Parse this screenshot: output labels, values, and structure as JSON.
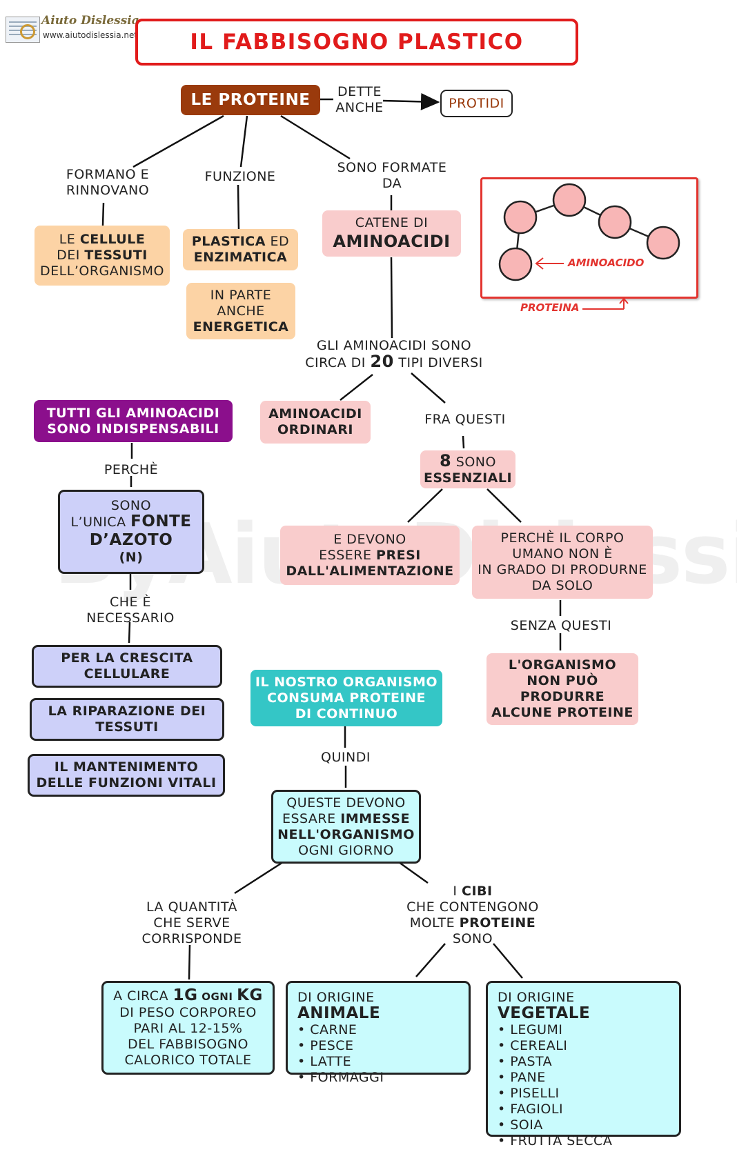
{
  "logo": {
    "name": "Aiuto Dislessia",
    "url": "www.aiutodislessia.net"
  },
  "title": "IL FABBISOGNO PLASTICO",
  "watermark": "ByAiutoDislessia.net",
  "nodes": {
    "proteine": "LE PROTEINE",
    "dette_anche": [
      "DETTE",
      "ANCHE"
    ],
    "protidi": "PROTIDI",
    "formano_label": [
      "FORMANO E",
      "RINNOVANO"
    ],
    "funzione_label": "FUNZIONE",
    "sono_formate_label": [
      "SONO FORMATE",
      "DA"
    ],
    "cellule": [
      "LE ",
      "CELLULE",
      "DEI ",
      "TESSUTI",
      "DELL’ORGANISMO"
    ],
    "plastica": [
      "PLASTICA",
      " ED",
      "ENZIMATICA"
    ],
    "in_parte": [
      "IN PARTE",
      "ANCHE",
      "ENERGETICA"
    ],
    "catene": [
      "CATENE DI",
      "AMINOACIDI"
    ],
    "venti_tipi": [
      "GLI AMINOACIDI SONO",
      "CIRCA DI ",
      "20",
      " TIPI DIVERSI"
    ],
    "ordinari": [
      "AMINOACIDI",
      "ORDINARI"
    ],
    "fra_questi": "FRA QUESTI",
    "essenziali": [
      "8",
      " SONO",
      "ESSENZIALI"
    ],
    "presi": [
      "E DEVONO",
      "ESSERE ",
      "PRESI",
      "DALL'ALIMENTAZIONE"
    ],
    "corpo": [
      "PERCHÈ IL CORPO",
      "UMANO NON È",
      "IN GRADO DI PRODURNE",
      "DA SOLO"
    ],
    "senza_questi": "SENZA QUESTI",
    "non_puo": [
      "L'ORGANISMO",
      "NON PUÒ",
      "PRODURRE",
      "ALCUNE PROTEINE"
    ],
    "tutti": [
      "TUTTI  GLI  AMINOACIDI",
      "SONO  INDISPENSABILI"
    ],
    "perche": "PERCHÈ",
    "fonte": [
      "SONO",
      "L’UNICA ",
      "FONTE",
      "D’AZOTO",
      "(N)"
    ],
    "che_e": [
      "CHE È",
      "NECESSARIO"
    ],
    "crescita": [
      "PER LA CRESCITA",
      "CELLULARE"
    ],
    "riparazione": [
      "LA RIPARAZIONE DEI",
      "TESSUTI"
    ],
    "mantenimento": [
      "IL MANTENIMENTO",
      "DELLE FUNZIONI VITALI"
    ],
    "consuma": [
      "IL NOSTRO ORGANISMO",
      "CONSUMA PROTEINE",
      "DI CONTINUO"
    ],
    "quindi": "QUINDI",
    "immesse": [
      "QUESTE DEVONO",
      "ESSARE ",
      "IMMESSE",
      "NELL'ORGANISMO",
      "OGNI GIORNO"
    ],
    "quantita": [
      "LA QUANTITÀ",
      "CHE SERVE",
      "CORRISPONDE"
    ],
    "cibi": [
      "I ",
      "CIBI",
      "CHE CONTENGONO",
      "MOLTE ",
      "PROTEINE",
      "SONO"
    ],
    "circa1g": [
      "A CIRCA ",
      "1G",
      " OGNI ",
      "KG",
      "DI PESO CORPOREO",
      "PARI AL 12-15%",
      "DEL FABBISOGNO",
      "CALORICO TOTALE"
    ],
    "animale": {
      "prefix": "DI ORIGINE ",
      "strong": "ANIMALE",
      "items": [
        "CARNE",
        "PESCE",
        "LATTE",
        "FORMAGGI"
      ]
    },
    "vegetale": {
      "prefix": "DI ORIGINE ",
      "strong": "VEGETALE",
      "items": [
        "LEGUMI",
        "CEREALI",
        "PASTA",
        "PANE",
        "PISELLI",
        "FAGIOLI",
        "SOIA",
        "FRUTTA SECCA"
      ]
    }
  },
  "illustration": {
    "aminoacido": "AMINOACIDO",
    "proteina": "PROTEINA"
  },
  "colors": {
    "title_border": "#e11b1b",
    "proteine_bg": "#9a3a0c",
    "orange": "#fcd3a5",
    "pink": "#f9cccc",
    "purple": "#8b0f8c",
    "lavender": "#cdd0f9",
    "teal": "#34c6c6",
    "cyan": "#c9fbfd",
    "bead": "#f8b6b6",
    "illustration_red": "#e3342f"
  }
}
